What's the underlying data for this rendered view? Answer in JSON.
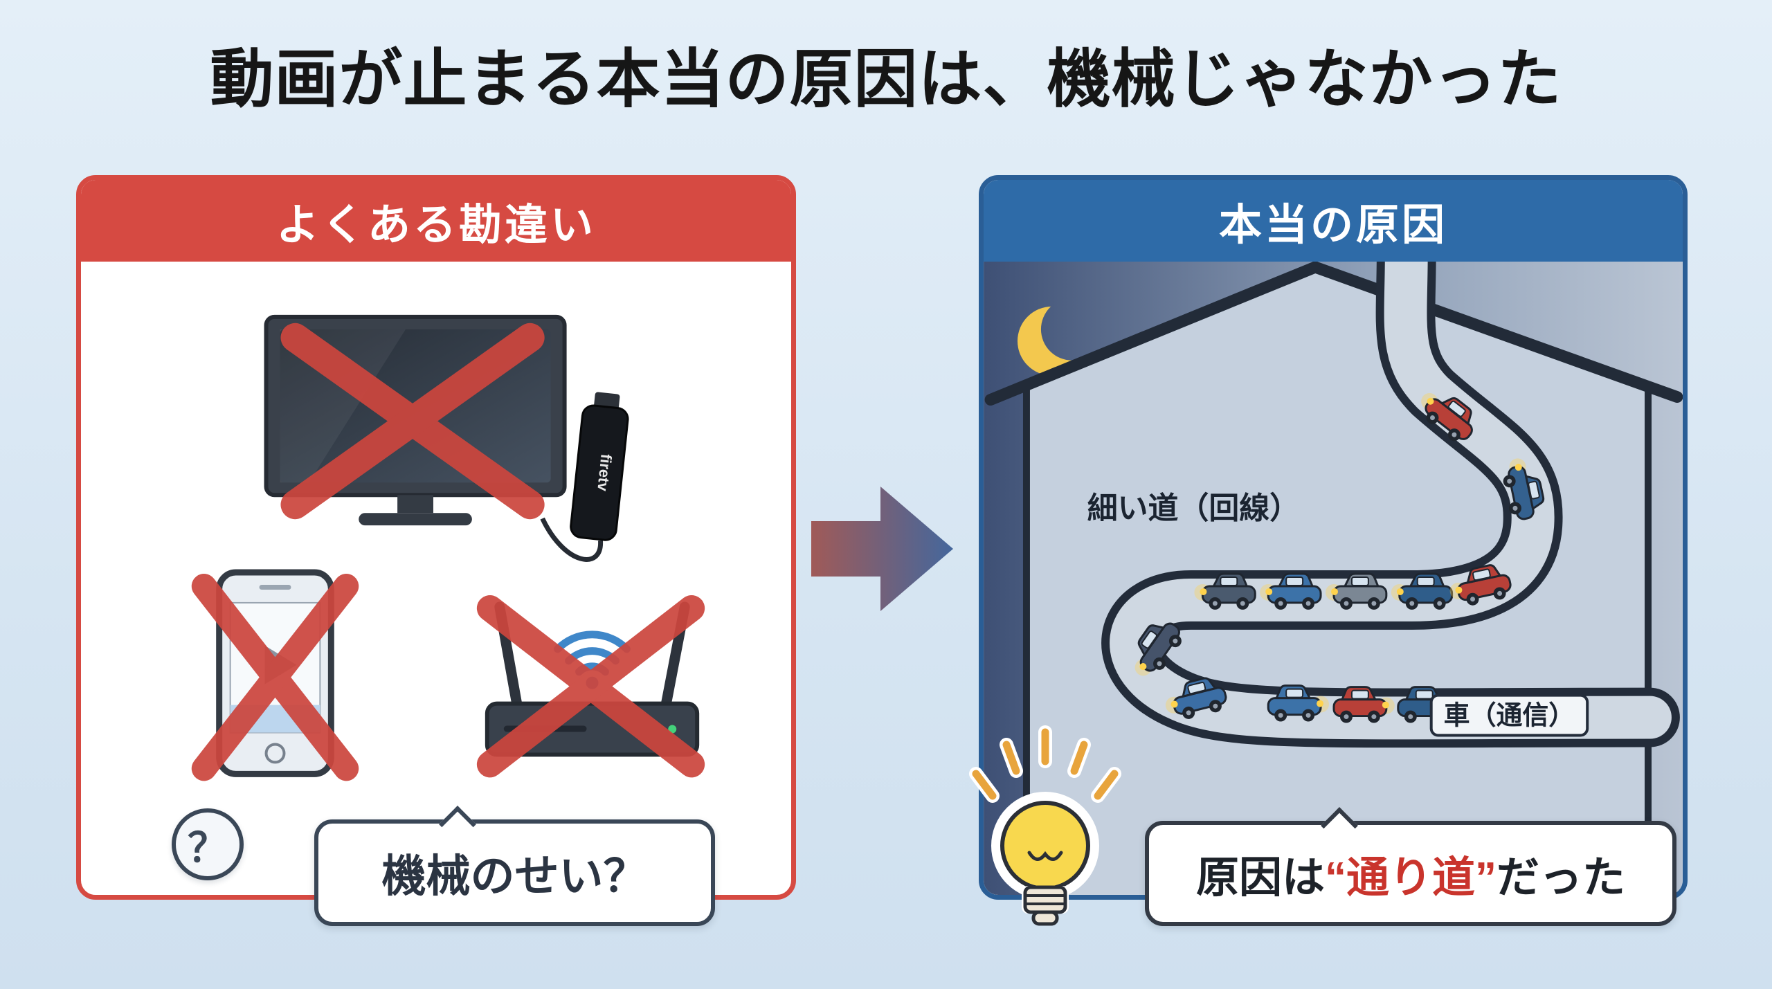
{
  "title": "動画が止まる本当の原因は、機械じゃなかった",
  "left_panel": {
    "header": "よくある勘違い",
    "firetv_label": "firetv",
    "question_mark": "？",
    "bubble_text": "機械のせい？"
  },
  "arrow": {
    "direction": "right"
  },
  "right_panel": {
    "header": "本当の原因",
    "line_label": "細い道（回線）",
    "car_label": "車（通信）",
    "bubble": {
      "prefix": "原因は",
      "highlight": "“通り道”",
      "suffix": "だった"
    }
  },
  "colors": {
    "background": "#d9e7f4",
    "misconception_red": "#d64a42",
    "cause_blue": "#2e6ba8",
    "highlight_red": "#c9342c",
    "x_mark_red": "#cc463e",
    "bulb_yellow": "#f8d84e",
    "moon_yellow": "#f3c84e",
    "night_sky": "#3e5075",
    "wifi_blue": "#3f87c9"
  }
}
